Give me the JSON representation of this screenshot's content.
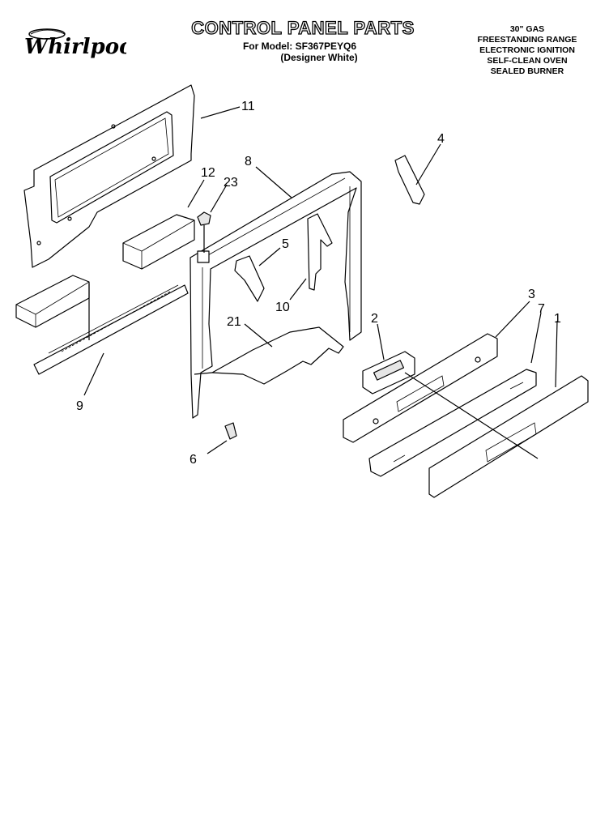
{
  "header": {
    "brand": "Whirlpool",
    "title": "CONTROL PANEL PARTS",
    "model_prefix": "For Model:",
    "model_number": "SF367PEYQ6",
    "model_color": "(Designer White)"
  },
  "spec_lines": [
    "30\" GAS",
    "FREESTANDING RANGE",
    "ELECTRONIC IGNITION",
    "SELF-CLEAN OVEN",
    "SEALED BURNER"
  ],
  "part_labels": {
    "p1": "1",
    "p2": "2",
    "p3": "3",
    "p4": "4",
    "p5": "5",
    "p6": "6",
    "p7": "7",
    "p8": "8",
    "p9": "9",
    "p10": "10",
    "p11": "11",
    "p12": "12",
    "p21": "21",
    "p23": "23"
  }
}
